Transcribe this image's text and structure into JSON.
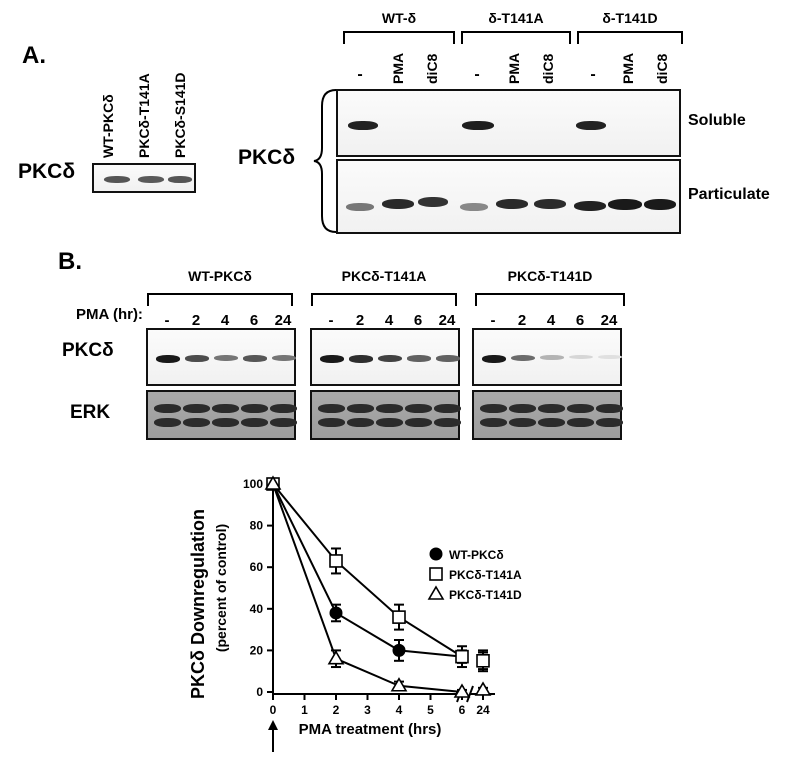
{
  "panel_a": {
    "letter": "A.",
    "small_blot": {
      "row_label": "PKCδ",
      "lanes": [
        "WT-PKCδ",
        "PKCδ-T141A",
        "PKCδ-S141D"
      ]
    },
    "fractionation": {
      "row_label": "PKCδ",
      "groups": [
        "WT-δ",
        "δ-T141A",
        "δ-T141D"
      ],
      "lanes": [
        "-",
        "PMA",
        "diC8"
      ],
      "rows": [
        "Soluble",
        "Particulate"
      ]
    }
  },
  "panel_b": {
    "letter": "B.",
    "groups": [
      "WT-PKCδ",
      "PKCδ-T141A",
      "PKCδ-T141D"
    ],
    "time_label": "PMA (hr):",
    "times": [
      "-",
      "2",
      "4",
      "6",
      "24"
    ],
    "rows": [
      "PKCδ",
      "ERK"
    ],
    "band_intensity": {
      "WT-PKCδ": [
        1.0,
        0.75,
        0.55,
        0.7,
        0.55
      ],
      "PKCδ-T141A": [
        1.0,
        0.9,
        0.8,
        0.65,
        0.65
      ],
      "PKCδ-T141D": [
        1.0,
        0.6,
        0.25,
        0.08,
        0.03
      ]
    }
  },
  "chart_data": {
    "type": "line",
    "ylabel": "PKCδ Downregulation",
    "ylabel2": "(percent of control)",
    "xlabel": "PMA treatment (hrs)",
    "x_ticks": [
      "0",
      "1",
      "2",
      "3",
      "4",
      "5",
      "6",
      "24"
    ],
    "y_ticks": [
      0,
      20,
      40,
      60,
      80,
      100
    ],
    "ylim": [
      0,
      100
    ],
    "x": [
      0,
      2,
      4,
      6,
      24
    ],
    "axis_break": true,
    "series": [
      {
        "name": "WT-PKCδ",
        "marker": "filled-circle",
        "values": [
          100,
          38,
          20,
          17,
          15
        ],
        "errors": [
          0,
          4,
          5,
          3,
          4
        ]
      },
      {
        "name": "PKCδ-T141A",
        "marker": "open-square",
        "values": [
          100,
          63,
          36,
          17,
          15
        ],
        "errors": [
          0,
          6,
          6,
          5,
          5
        ]
      },
      {
        "name": "PKCδ-T141D",
        "marker": "open-triangle",
        "values": [
          100,
          16,
          3,
          0,
          1
        ],
        "errors": [
          0,
          4,
          2,
          1,
          1
        ]
      }
    ]
  }
}
